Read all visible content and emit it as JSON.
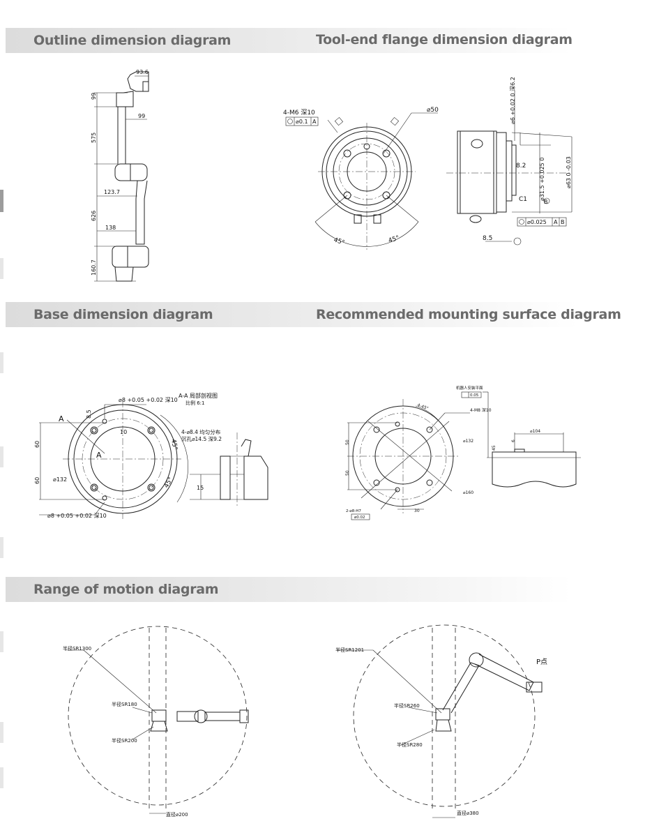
{
  "sections": {
    "outline": {
      "title": "Outline dimension diagram"
    },
    "flange": {
      "title": "Tool-end flange dimension diagram"
    },
    "base": {
      "title": "Base dimension diagram"
    },
    "mounting": {
      "title": "Recommended mounting surface diagram"
    },
    "motion": {
      "title": "Range of motion diagram"
    }
  },
  "outline_labels": {
    "w_top": "93.6",
    "h_top": "99",
    "w_mid": "99",
    "h_upper": "575",
    "w_elbow": "123.7",
    "h_lower": "626",
    "w_base": "138",
    "h_base": "160.7"
  },
  "flange_labels": {
    "holes": "4-M6 深10",
    "tol": "⌀0.1",
    "datum_a": "A",
    "dia": "⌀50",
    "ang1": "45°",
    "ang2": "45°",
    "tol_top": "⌀6 +0.02 0 深6.2",
    "d82": "8.2",
    "bore": "⌀31.5 +0.025 0",
    "outer": "⌀63 0 -0.03",
    "chamfer": "C1",
    "datum_b": "B",
    "conc": "⌀0.025",
    "ref_a": "A",
    "ref_b": "B",
    "w85": "8.5"
  },
  "base_labels": {
    "pin_top": "⌀8 +0.05 +0.02 深10",
    "d85": "8.5",
    "sec_a_top": "A",
    "sec_a_mid": "A",
    "d10": "10",
    "h60a": "60",
    "h60b": "60",
    "dia": "⌀132",
    "pin_bot": "⌀8 +0.05 +0.02 深10",
    "holes": "4-⌀8.4 均匀分布",
    "cbore": "沉孔⌀14.5 深9.2",
    "ang1": "45°",
    "ang2": "45°",
    "section_title": "A-A 局部剖视图",
    "scale": "比例 6:1",
    "d15": "15"
  },
  "mount_labels": {
    "flat_title": "机器人安装平面",
    "flat": "0.05",
    "ang": "4-45°",
    "holes": "4-M8 深10",
    "d132": "⌀132",
    "d160": "⌀160",
    "h50a": "50",
    "h50b": "50",
    "pin": "2-⌀8-H7",
    "pin_tol": "⌀0.02",
    "w30": "30",
    "w104": "⌀104",
    "d6": "6",
    "d45": "45"
  },
  "motion_labels": {
    "left": {
      "r_out": "半径SR1300",
      "r_mid": "半径SR180",
      "r_in": "半径SR200",
      "w": "直径⌀200"
    },
    "right": {
      "r_out": "半径SR1201",
      "r_mid": "半径SR260",
      "r_in": "半径SR280",
      "w": "直径⌀380",
      "p": "P点"
    }
  }
}
